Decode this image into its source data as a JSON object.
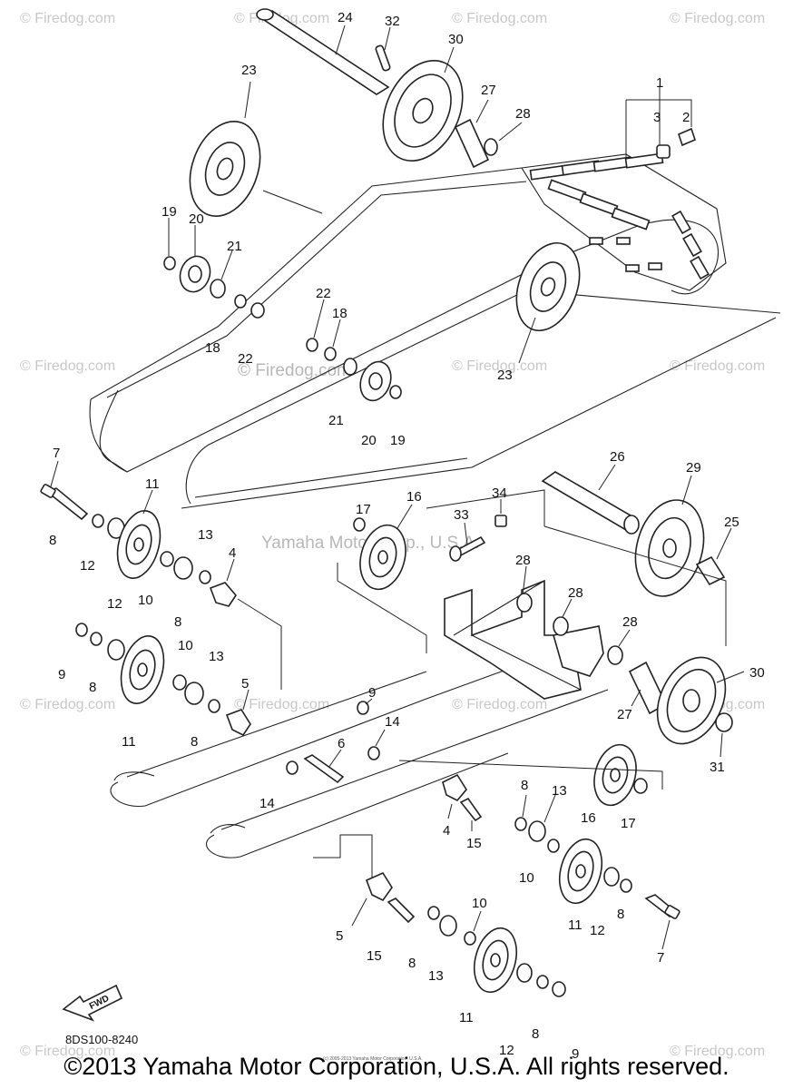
{
  "watermarks": {
    "firedog": "© Firedog.com",
    "center_top": "© Firedog.com",
    "center_mid": "Yamaha Motor Corp., U.S.A."
  },
  "diagram_code": "8DS100-8240",
  "fine_print": "(c) 2005-2013 Yamaha Motor Corporation, U.S.A.",
  "fwd_label": "FWD",
  "copyright": "©2013 Yamaha Motor Corporation, U.S.A. All rights reserved.",
  "callouts": {
    "c1": "1",
    "c2": "2",
    "c3": "3",
    "c4": "4",
    "c5": "5",
    "c6": "6",
    "c7": "7",
    "c8": "8",
    "c9": "9",
    "c10": "10",
    "c11": "11",
    "c12": "12",
    "c13": "13",
    "c14": "14",
    "c15": "15",
    "c16": "16",
    "c17": "17",
    "c18": "18",
    "c19": "19",
    "c20": "20",
    "c21": "21",
    "c22": "22",
    "c23": "23",
    "c24": "24",
    "c25": "25",
    "c26": "26",
    "c27": "27",
    "c28": "28",
    "c29": "29",
    "c30": "30",
    "c31": "31",
    "c32": "32",
    "c33": "33",
    "c34": "34"
  }
}
